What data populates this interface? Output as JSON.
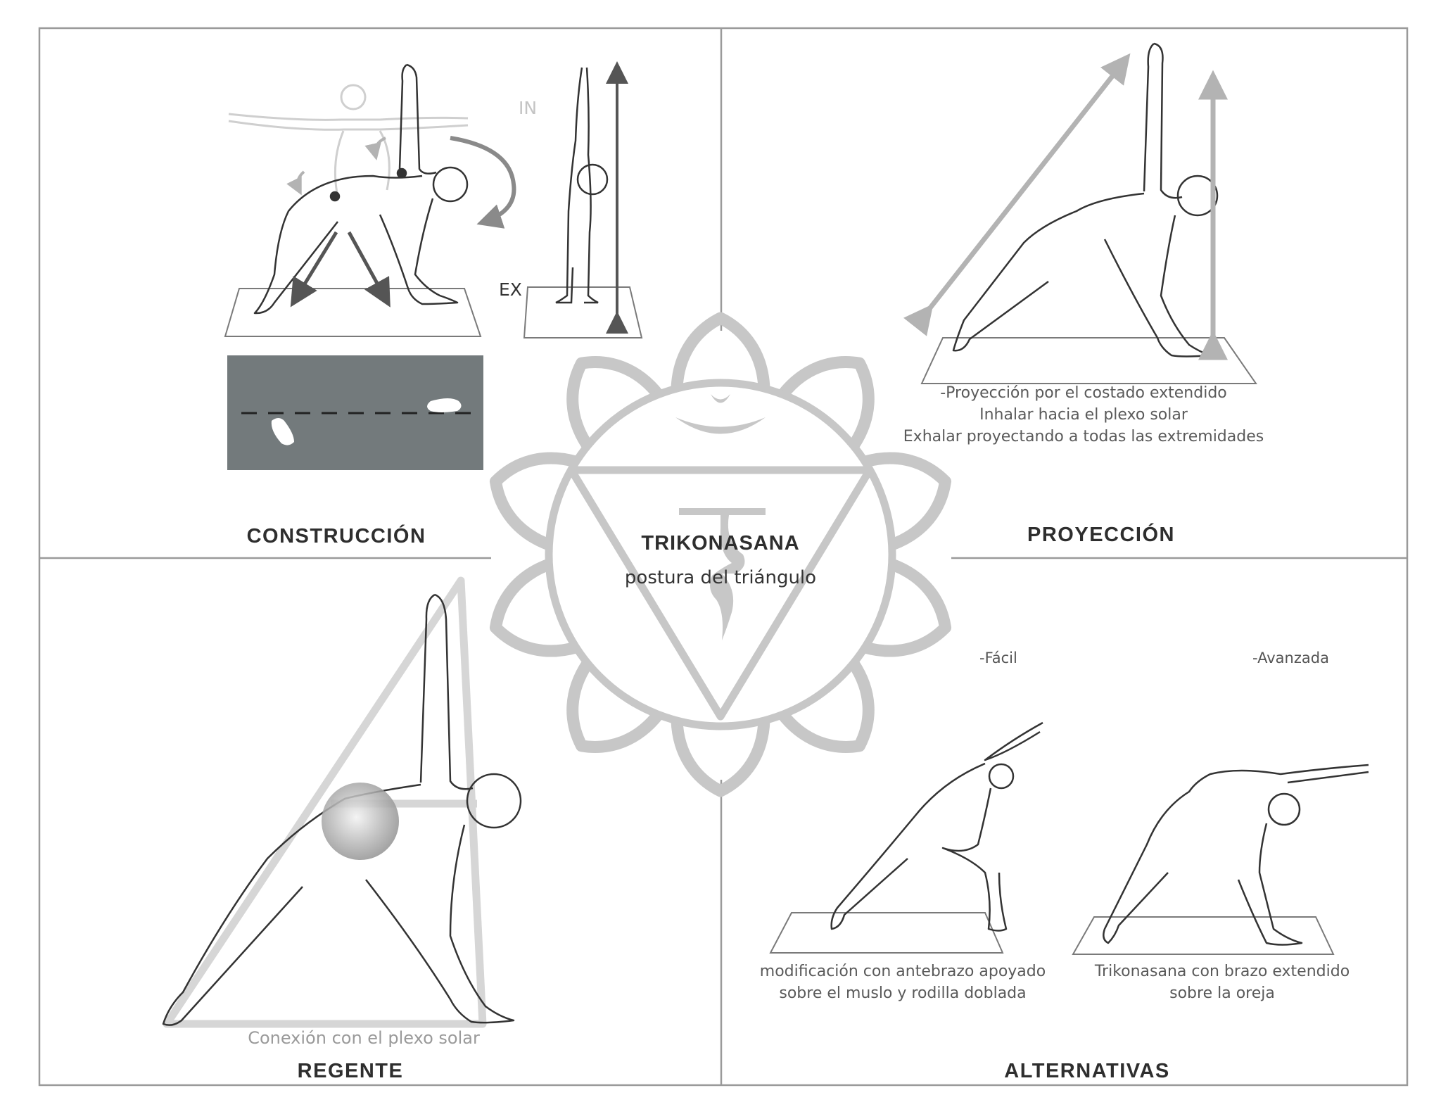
{
  "center": {
    "title": "TRIKONASANA",
    "subtitle": "postura del triángulo"
  },
  "construccion": {
    "heading": "CONSTRUCCIÓN",
    "label_in": "IN",
    "label_ex": "EX"
  },
  "proyeccion": {
    "heading": "PROYECCIÓN",
    "lines": [
      "-Proyección por el costado extendido",
      "Inhalar hacia el plexo solar",
      "Exhalar proyectando a todas las extremidades"
    ]
  },
  "regente": {
    "heading": "REGENTE",
    "caption": "Conexión con el plexo solar"
  },
  "alternativas": {
    "heading": "ALTERNATIVAS",
    "easy_label": "-Fácil",
    "advanced_label": "-Avanzada",
    "easy_caption": [
      "modificación con antebrazo apoyado",
      "sobre el muslo y rodilla doblada"
    ],
    "advanced_caption": [
      "Trikonasana con brazo extendido",
      "sobre la oreja"
    ]
  },
  "colors": {
    "frame": "#9a9a9a",
    "chakra": "#c7c7c7",
    "mat_dark": "#737a7c",
    "arrow_dark": "#555555",
    "arrow_light": "#b3b3b3"
  }
}
